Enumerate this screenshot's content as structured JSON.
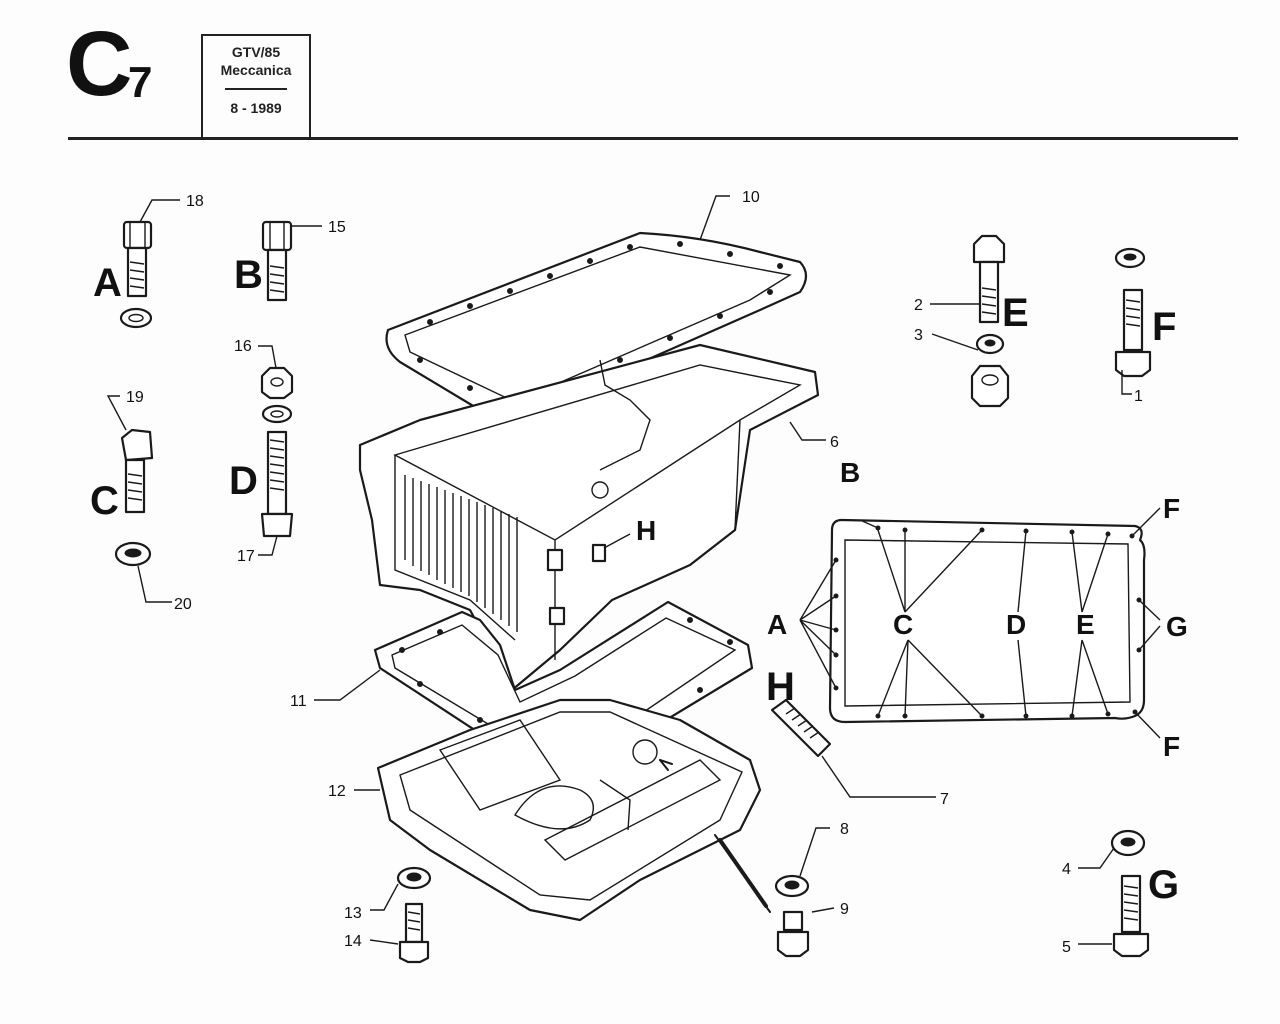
{
  "header": {
    "section_letter": "C",
    "section_number": "7",
    "model": "GTV/85",
    "category": "Meccanica",
    "date": "8 - 1989"
  },
  "callouts": {
    "n1": "1",
    "n2": "2",
    "n3": "3",
    "n4": "4",
    "n5": "5",
    "n6": "6",
    "n7": "7",
    "n8": "8",
    "n9": "9",
    "n10": "10",
    "n11": "11",
    "n12": "12",
    "n13": "13",
    "n14": "14",
    "n15": "15",
    "n16": "16",
    "n17": "17",
    "n18": "18",
    "n19": "19",
    "n20": "20"
  },
  "fastener_letters": {
    "a": "A",
    "b": "B",
    "c": "C",
    "d": "D",
    "e": "E",
    "f": "F",
    "g": "G",
    "h": "H"
  },
  "gasket_diagram_labels": {
    "a": "A",
    "b": "B",
    "c": "C",
    "d": "D",
    "e": "E",
    "f_top": "F",
    "f_bottom": "F",
    "g": "G"
  },
  "pan_label_h": "H"
}
